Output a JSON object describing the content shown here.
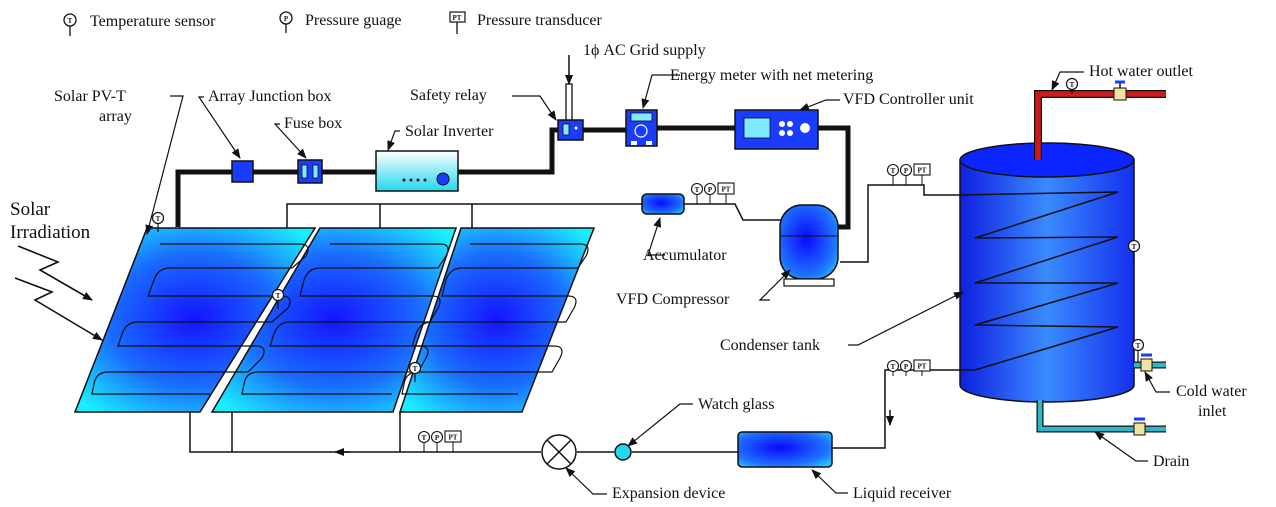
{
  "legend": {
    "temperature_symbol": "T",
    "temperature_label": "Temperature sensor",
    "pressure_symbol": "P",
    "pressure_label": "Pressure guage",
    "transducer_symbol": "PT",
    "transducer_label": "Pressure transducer"
  },
  "labels": {
    "ac_grid": "1ϕ AC Grid supply",
    "energy_meter": "Energy meter with net metering",
    "safety_relay": "Safety relay",
    "vfd_controller": "VFD Controller unit",
    "array_junction_box": "Array Junction box",
    "fuse_box": "Fuse box",
    "solar_pvt_line1": "Solar PV-T",
    "solar_pvt_line2": "array",
    "solar_inverter": "Solar Inverter",
    "solar_irradiation_line1": "Solar",
    "solar_irradiation_line2": "Irradiation",
    "accumulator": "Accumulator",
    "vfd_compressor": "VFD Compressor",
    "hot_water_outlet": "Hot water outlet",
    "condenser_tank": "Condenser tank",
    "cold_water_line1": "Cold water",
    "cold_water_line2": "inlet",
    "drain": "Drain",
    "watch_glass": "Watch glass",
    "expansion_device": "Expansion device",
    "liquid_receiver": "Liquid receiver"
  },
  "colors": {
    "panel_dark": "#1a1aff",
    "panel_light": "#19f0ff",
    "equipment_blue": "#1a3cff",
    "hot_pipe": "#cc1a1a",
    "cold_pipe": "#2ab8c8",
    "line": "#111111"
  }
}
